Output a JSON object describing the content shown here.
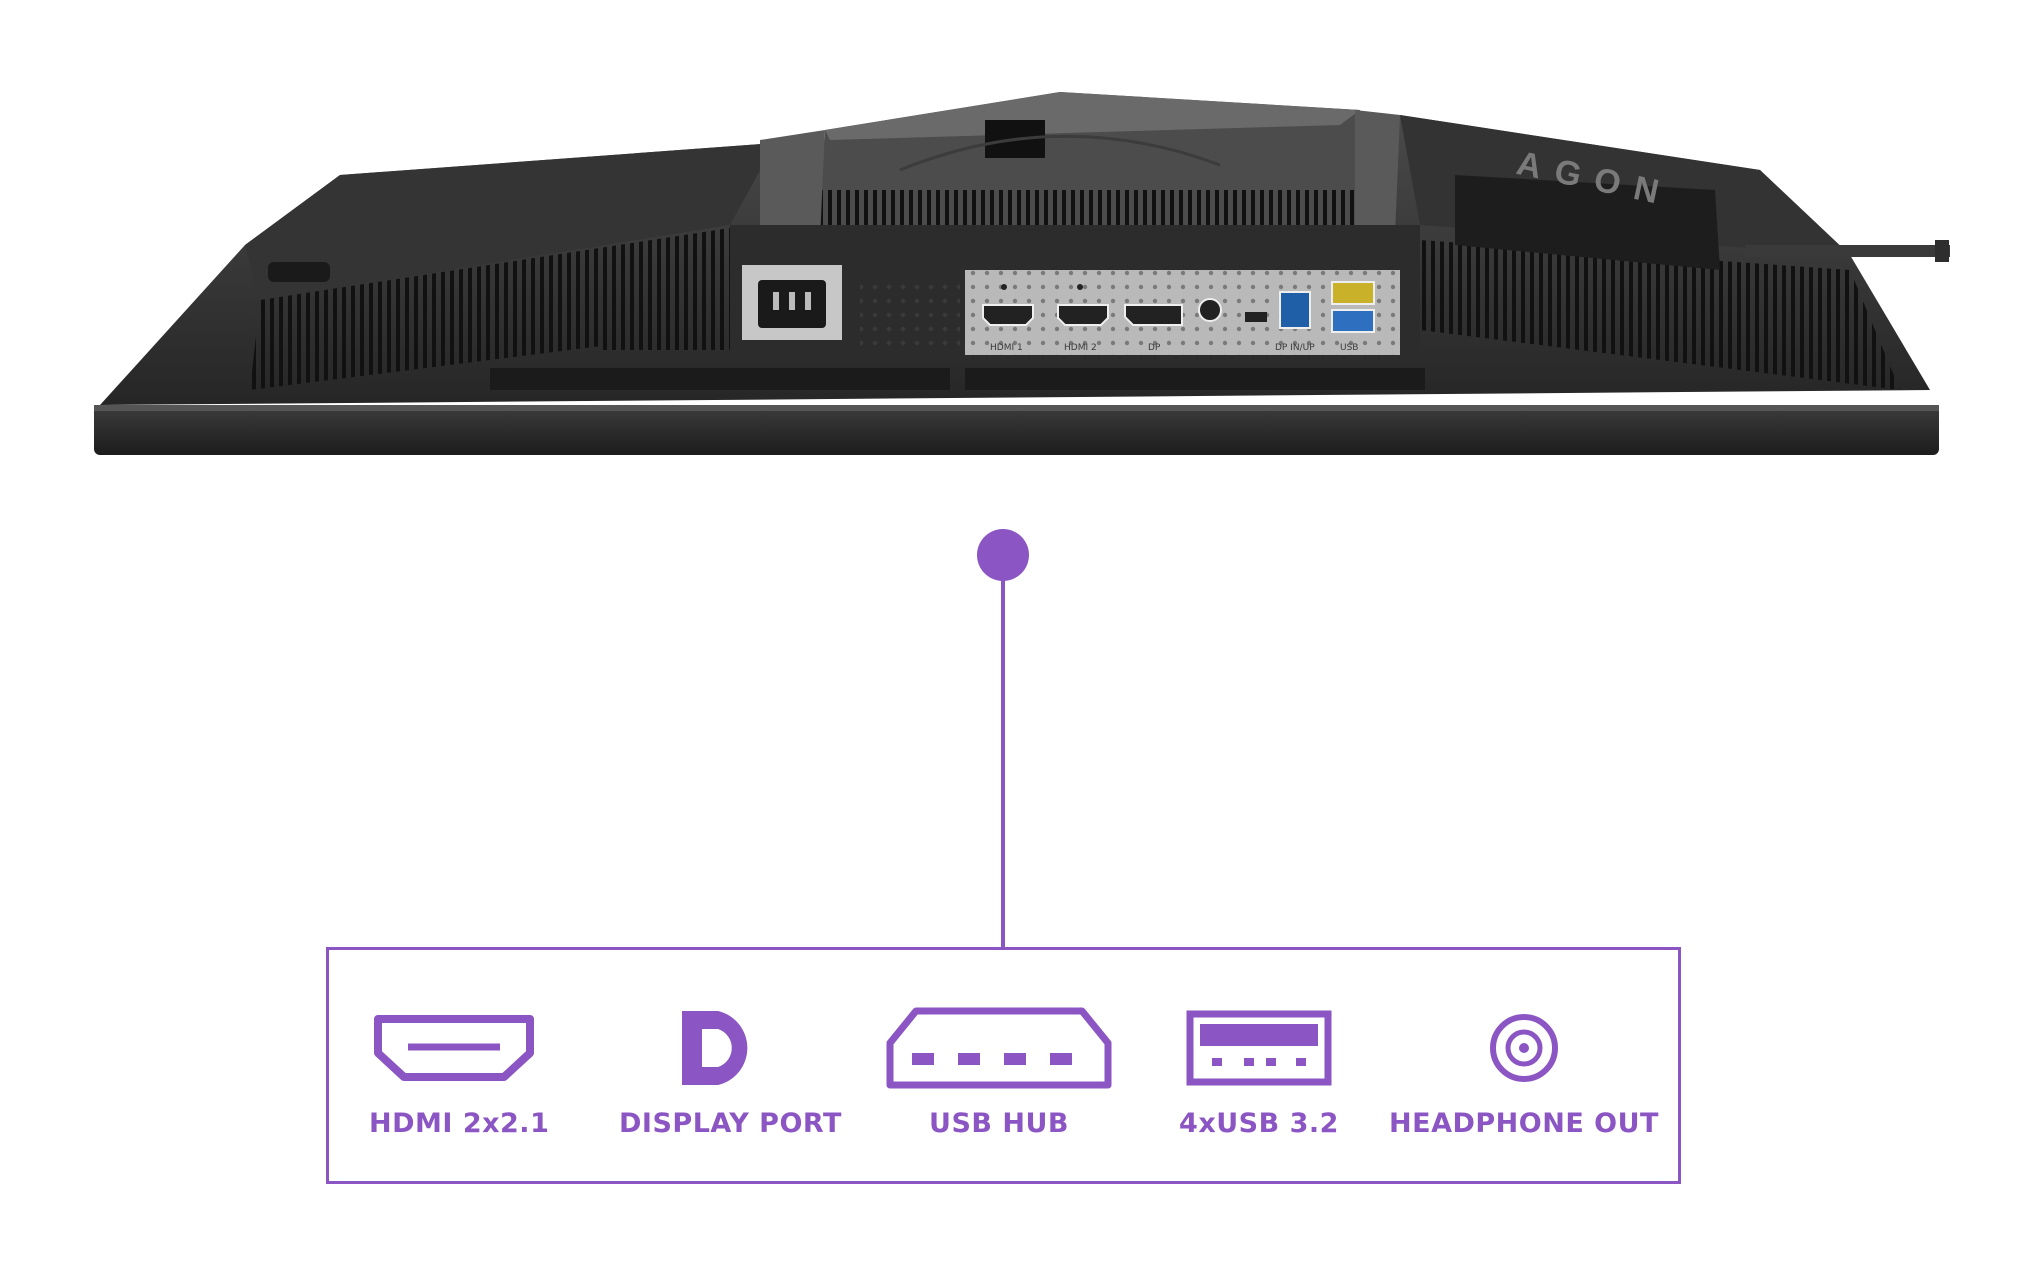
{
  "colors": {
    "accent": "#8b55c3",
    "monitor_dark": "#2a2a2a",
    "monitor_mid": "#3b3b3b",
    "port_panel": "#b9b9b9"
  },
  "monitor": {
    "brand_logo_text": "AGON",
    "port_silkscreen": [
      "HDMI 1",
      "HDMI 2",
      "DP",
      "",
      "",
      "DP IN/UP",
      "USB"
    ]
  },
  "ports": [
    {
      "label": "HDMI 2x2.1",
      "icon": "hdmi-icon"
    },
    {
      "label": "DISPLAY PORT",
      "icon": "displayport-icon"
    },
    {
      "label": "USB HUB",
      "icon": "usb-hub-icon"
    },
    {
      "label": "4xUSB 3.2",
      "icon": "usb-port-icon"
    },
    {
      "label": "HEADPHONE OUT",
      "icon": "headphone-jack-icon"
    }
  ]
}
